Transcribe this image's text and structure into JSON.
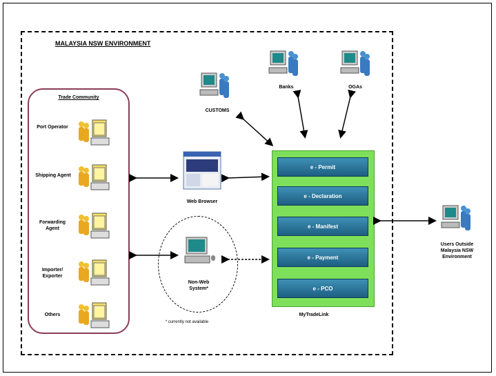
{
  "environment_title": "MALAYSIA NSW ENVIRONMENT",
  "trade_community": {
    "title": "Trade Community",
    "members": [
      {
        "label": "Port Operator"
      },
      {
        "label": "Shipping Agent"
      },
      {
        "label": "Forwarding\nAgent"
      },
      {
        "label": "Importer/\nExporter"
      },
      {
        "label": "Others"
      }
    ]
  },
  "nodes": {
    "customs": "CUSTOMS",
    "banks": "Banks",
    "ogas": "OGAs",
    "web_browser": "Web Browser",
    "non_web": "Non-Web\nSystem*",
    "users_outside": "Users Outside\nMalaysia NSW\nEnvironment",
    "mytradelink": "MyTradeLink"
  },
  "modules": [
    "e - Permit",
    "e - Declaration",
    "e - Manifest",
    "e - Payment",
    "e - PCO"
  ],
  "footnote": "* currently not available"
}
